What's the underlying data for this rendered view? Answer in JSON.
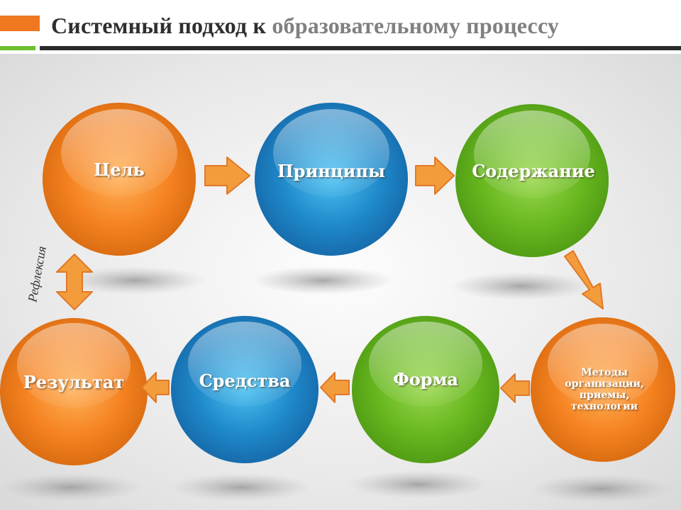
{
  "slide": {
    "title_dark": "Системный подход к",
    "title_gray": "образовательному   процессу"
  },
  "colors": {
    "orange": "#f58220",
    "blue": "#1e88c9",
    "green": "#67b71f",
    "arrow": "#f39c3b",
    "accent_green": "#6cbf2d"
  },
  "nodes": [
    {
      "id": "goal",
      "label": "Цель",
      "color": "orange"
    },
    {
      "id": "principles",
      "label": "Принципы",
      "color": "blue"
    },
    {
      "id": "content",
      "label": "Содержание",
      "color": "green"
    },
    {
      "id": "methods",
      "label_lines": [
        "Методы",
        "организации,",
        "приемы,",
        "технологии"
      ],
      "color": "orange"
    },
    {
      "id": "form",
      "label": "Форма",
      "color": "green"
    },
    {
      "id": "means",
      "label": "Средства",
      "color": "blue"
    },
    {
      "id": "result",
      "label": "Результат",
      "color": "orange"
    }
  ],
  "reflection_label": "Рефлексия"
}
